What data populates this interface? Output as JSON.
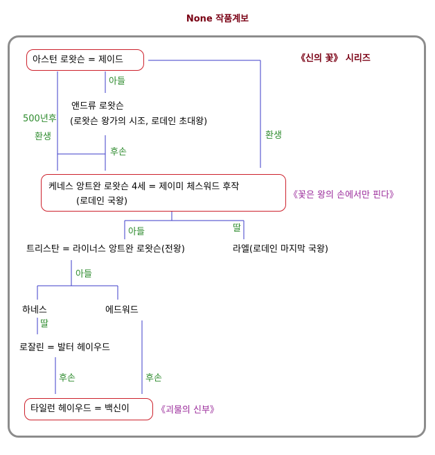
{
  "title": "None 작품계보",
  "series_label": "《신의 꽃》 시리즈",
  "nodes": {
    "aston": "아스턴 로왓슨 = 제이드",
    "andrew": "앤드류 로왓슨",
    "andrew_note": "(로왓슨 왕가의 시조, 로데인 초대왕)",
    "kenes": "케네스 앙트완 로왓슨 4세 = 제이미 체스워드 후작",
    "kenes_note": "(로데인 국왕)",
    "tristan": "트리스탄 = 라이너스 앙트완 로왓슨(전왕)",
    "rael": "라엘(로데인 마지막 국왕)",
    "hanes": "하네스",
    "edward": "에드워드",
    "rosalin": "로잘린 = 발터 헤이우드",
    "tailun": "타일런 헤이우드 = 백신이"
  },
  "relations": {
    "son1": "아들",
    "years": "500년후",
    "reborn1": "환생",
    "descendant1": "후손",
    "reborn2": "환생",
    "son2": "아들",
    "daughter1": "딸",
    "son3": "아들",
    "daughter2": "딸",
    "descendant2": "후손",
    "descendant3": "후손"
  },
  "works": {
    "flower_king": "《꽃은 왕의 손에서만 핀다》",
    "monster_bride": "《괴물의 신부》"
  },
  "colors": {
    "line": "#3b3bc8",
    "box": "#cc1f2a",
    "relation": "#2e8b2e",
    "work": "#9b2c9b",
    "title": "#7a0014"
  }
}
